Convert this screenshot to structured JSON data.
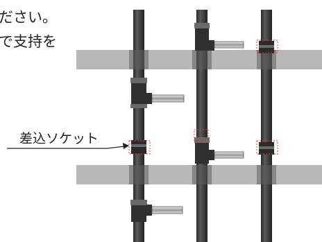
{
  "text_lines": [
    "ださい。",
    "で支持を"
  ],
  "socket_label": "差込ソケット",
  "colors": {
    "slab": "#b8b8b8",
    "pipe": "#3c3c3c",
    "pipe_dark": "#222222",
    "fitting_highlight": "#6a6a6a",
    "branch": "#d9d9d9",
    "marker": "#e23b3b"
  }
}
